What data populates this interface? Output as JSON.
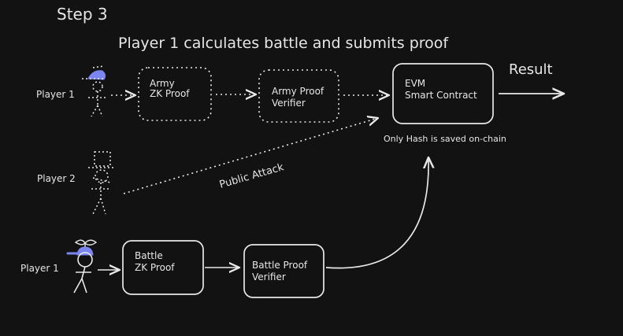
{
  "title": {
    "step": "Step 3",
    "heading": "Player 1 calculates battle and submits proof"
  },
  "colors": {
    "background": "#121212",
    "stroke": "#e8e8e8",
    "accent": "#7b86f2"
  },
  "players": {
    "top_player": "Player 1",
    "middle_player": "Player 2",
    "bottom_player": "Player 1"
  },
  "boxes": {
    "army_zk": {
      "line1": "Army",
      "line2": "ZK Proof"
    },
    "army_verifier": {
      "line1": "Army Proof",
      "line2": "Verifier"
    },
    "evm": {
      "line1": "EVM",
      "line2": "Smart Contract"
    },
    "battle_zk": {
      "line1": "Battle",
      "line2": "ZK Proof"
    },
    "battle_verifier": {
      "line1": "Battle Proof",
      "line2": "Verifier"
    }
  },
  "labels": {
    "result": "Result",
    "hash_note": "Only Hash is saved on-chain",
    "public_attack": "Public Attack"
  },
  "icons": {
    "player1_top": "dotted-stick-figure-with-blue-propeller-hat-icon",
    "player2": "dotted-stick-figure-with-hat-icon",
    "player1_bottom": "stick-figure-with-blue-propeller-cap-icon"
  }
}
